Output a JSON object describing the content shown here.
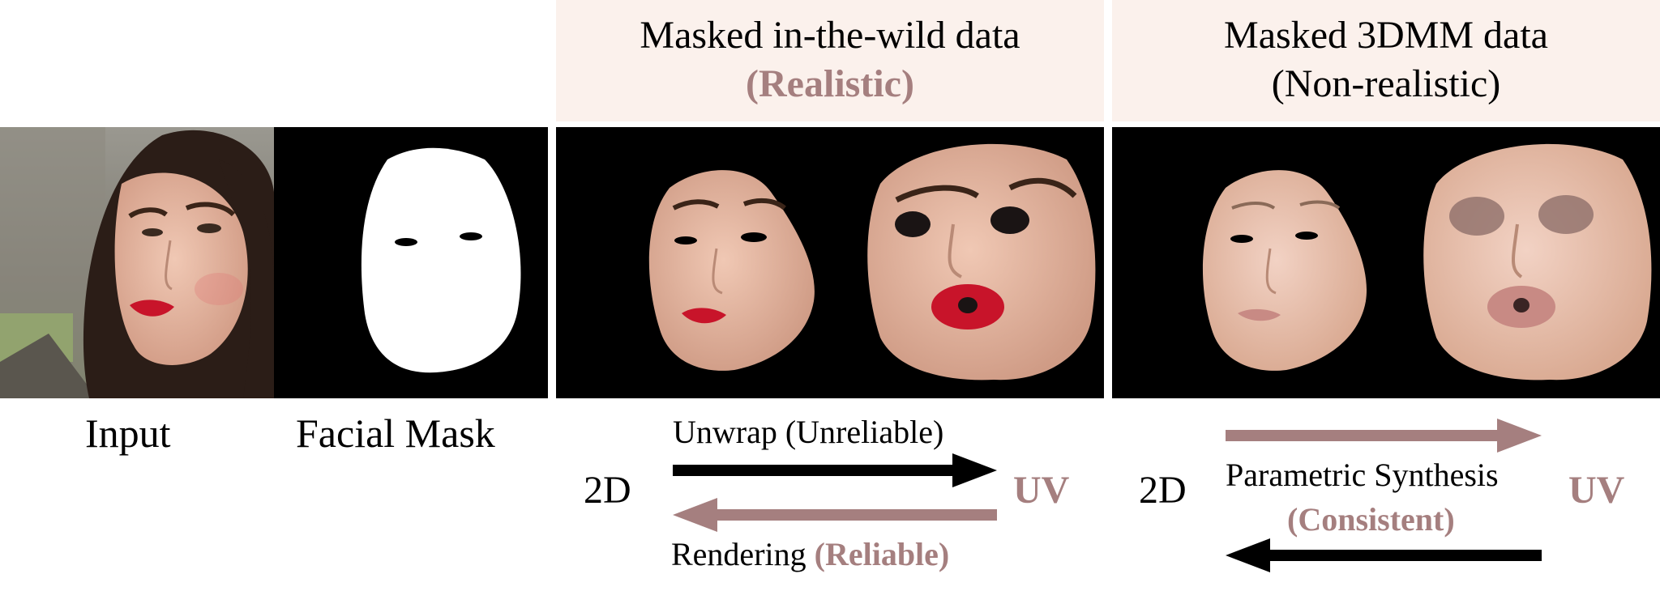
{
  "headers": {
    "wild": {
      "line1": "Masked in-the-wild data",
      "line2": "(Realistic)"
    },
    "tdmm": {
      "line1": "Masked 3DMM data",
      "line2": "(Non-realistic)"
    }
  },
  "labels": {
    "input": "Input",
    "facial_mask": "Facial Mask"
  },
  "wild_flow": {
    "left": "2D",
    "right": "UV",
    "top_arrow": "Unwrap (Unreliable)",
    "bottom_arrow_plain": "Rendering ",
    "bottom_arrow_accent": "(Reliable)"
  },
  "tdmm_flow": {
    "left": "2D",
    "right": "UV",
    "caption_plain": "Parametric Synthesis",
    "caption_accent": "(Consistent)"
  },
  "colors": {
    "accent": "#a57f7f",
    "header_bg": "#fbf1ec",
    "panel_bg": "#000000",
    "skin": "#e0b39d"
  }
}
